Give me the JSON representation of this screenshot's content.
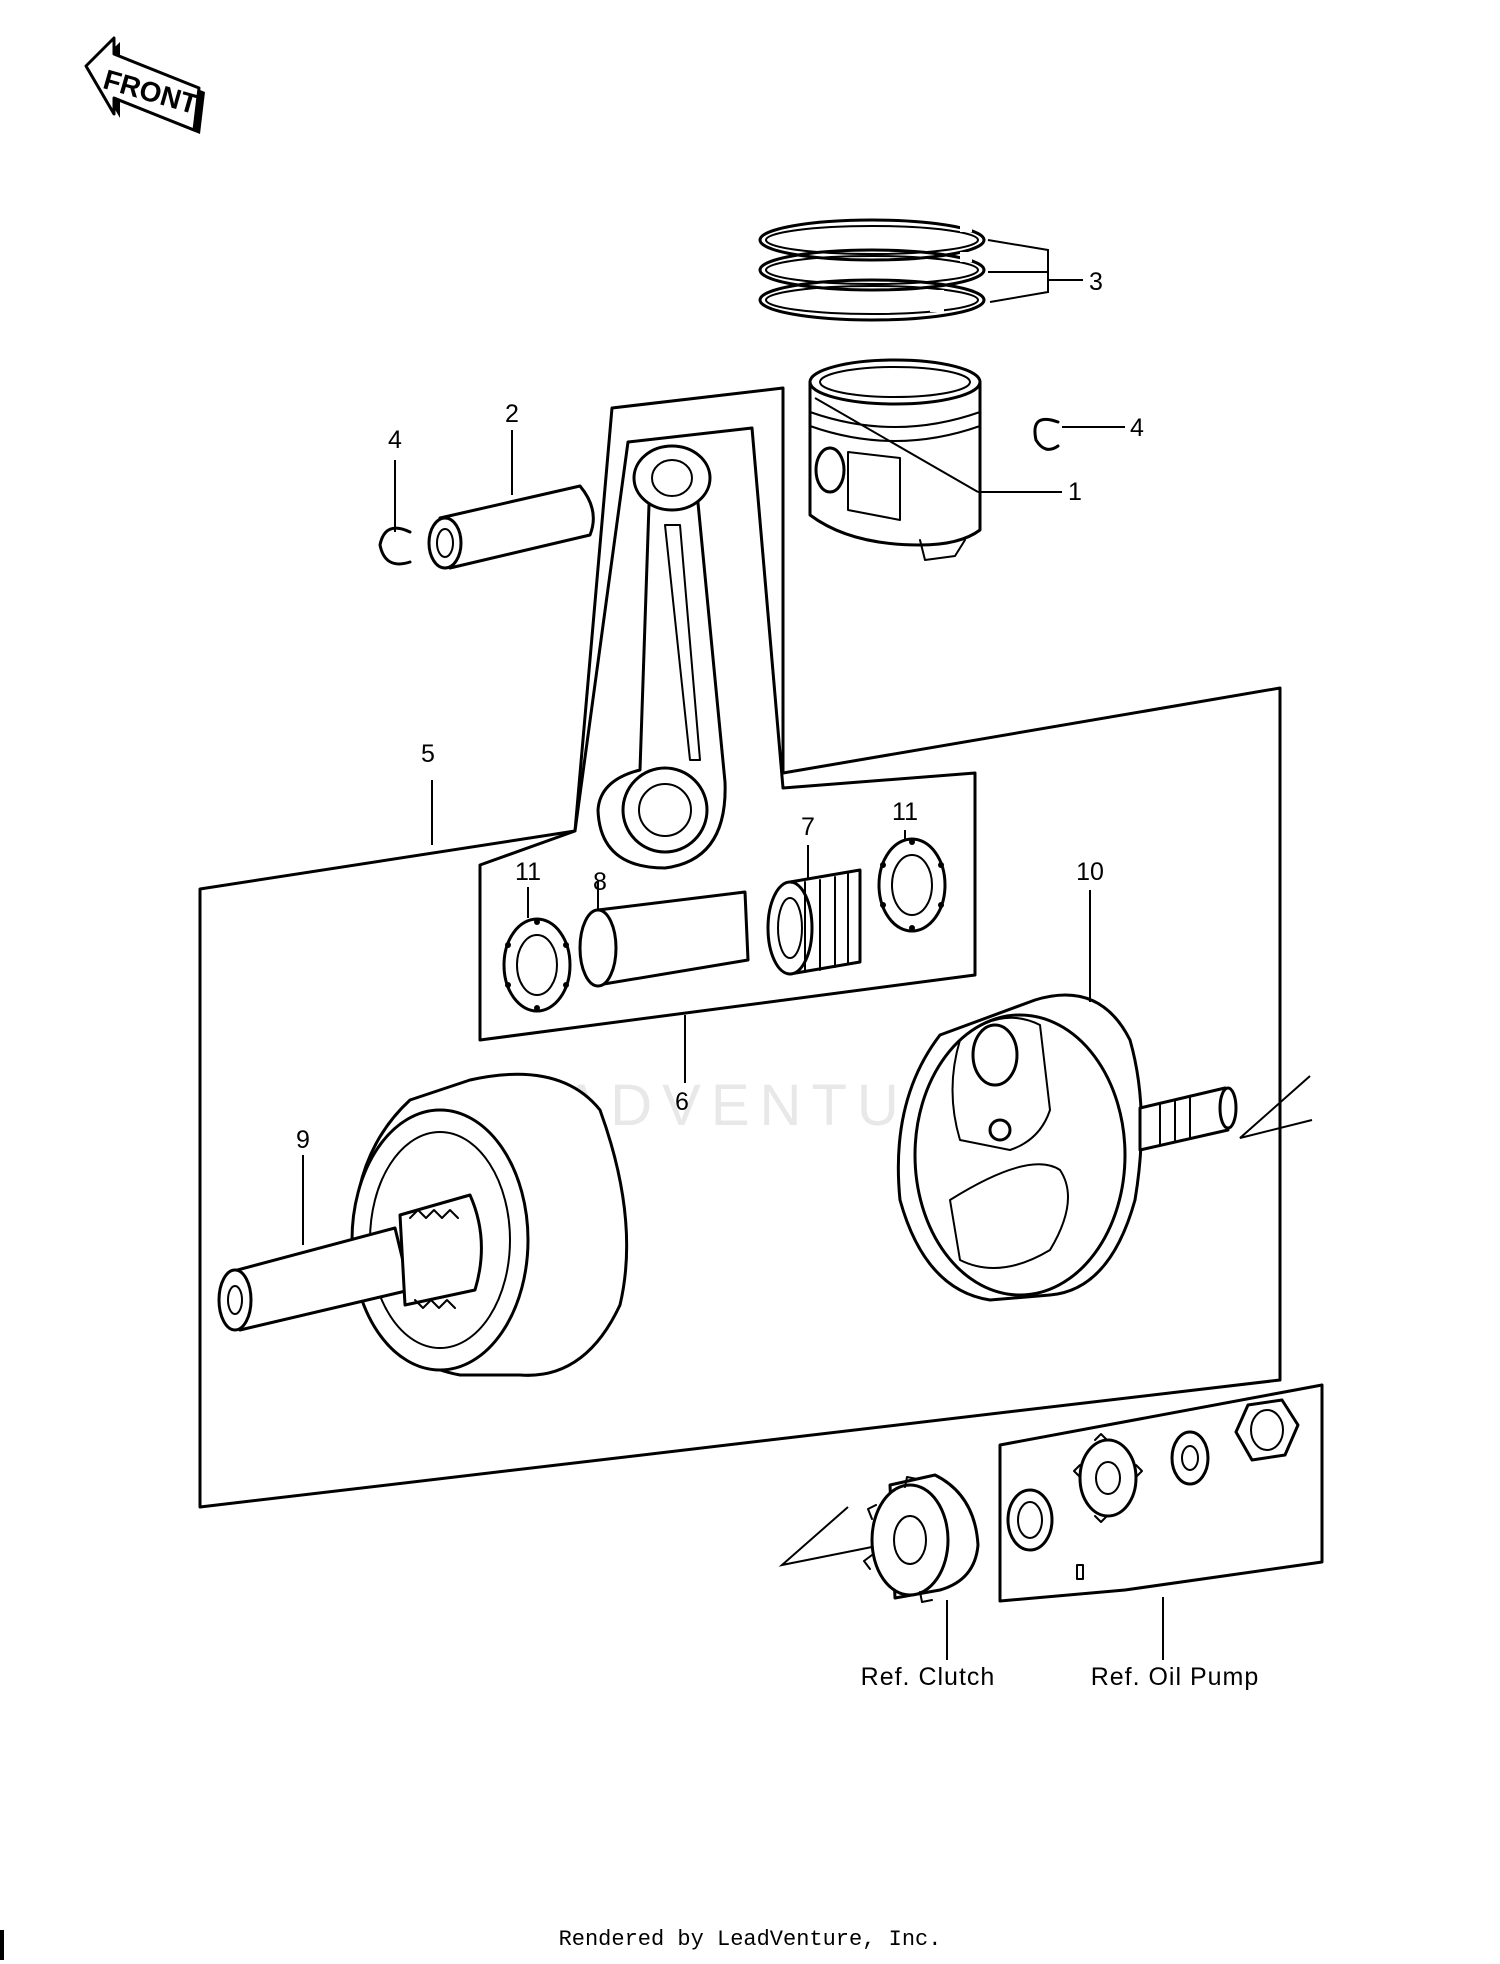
{
  "orientation_badge": {
    "text": "FRONT"
  },
  "callouts": {
    "piston": "1",
    "piston_pin": "2",
    "piston_ring_set": "3",
    "snap_ring_left": "4",
    "snap_ring_right": "4",
    "crankshaft_assembly": "5",
    "connecting_rod_kit": "6",
    "needle_bearing": "7",
    "crank_pin": "8",
    "left_flywheel": "9",
    "right_flywheel": "10",
    "thrust_washer_left": "11",
    "thrust_washer_right": "11"
  },
  "references": {
    "clutch": "Ref. Clutch",
    "oil_pump": "Ref. Oil Pump"
  },
  "watermark": "LEADVENTURE",
  "footer": "Rendered by LeadVenture, Inc."
}
